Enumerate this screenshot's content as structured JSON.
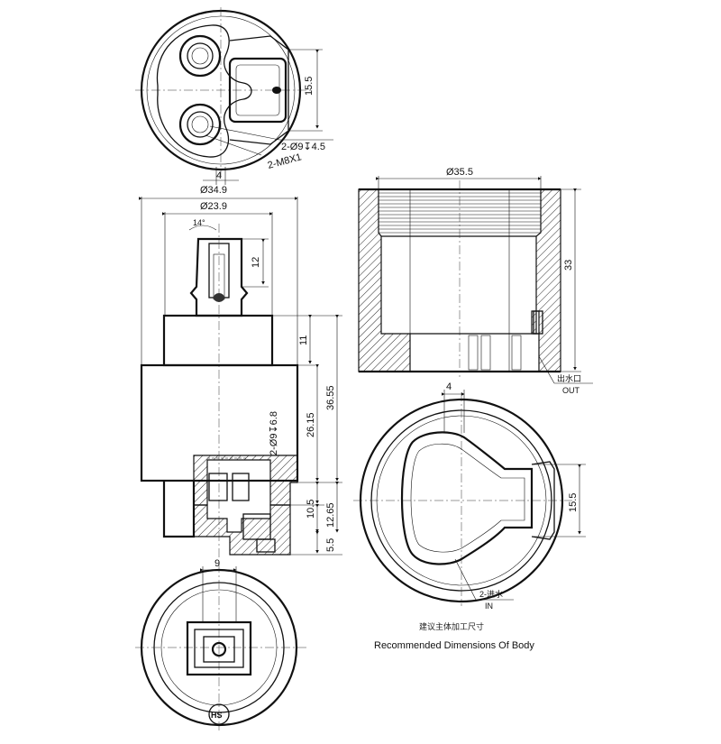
{
  "top_view": {
    "dim_height": "15.5",
    "dim_width": "4",
    "hole_callout": "2-Ø9↧4.5",
    "thread_callout": "2-M8X1"
  },
  "side_view": {
    "dia_outer": "Ø34.9",
    "dia_inner": "Ø23.9",
    "angle": "14°",
    "dim_stem": "12",
    "dim_11": "11",
    "dim_2615": "26.15",
    "dim_3655": "36.55",
    "hole_callout": "2-Ø9↧6.8",
    "dim_105": "10.5",
    "dim_1265": "12.65",
    "dim_55": "5.5"
  },
  "bottom_view": {
    "dim_width": "9",
    "logo_text": "HS"
  },
  "body_section": {
    "dia": "Ø35.5",
    "dim_height": "33",
    "outlet_cn": "出水口",
    "outlet_en": "OUT"
  },
  "body_plan": {
    "dim_width": "4",
    "dim_height": "15.5",
    "inlet_cn": "2-进水",
    "inlet_en": "IN",
    "caption_cn": "建议主体加工尺寸",
    "caption_en": "Recommended Dimensions Of Body"
  }
}
